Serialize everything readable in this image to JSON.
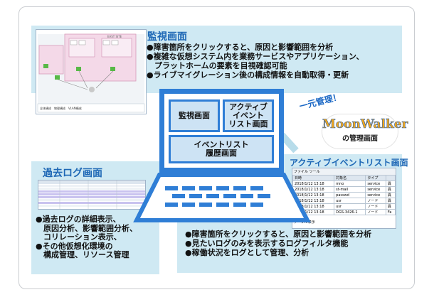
{
  "monitor": {
    "title": "監視画面",
    "bullets": [
      "障害箇所をクリックすると、原因と影響範囲を分析",
      "複雑な仮想システム内を業務サービスやアプリケーション、",
      "プラットホームの要素を目視確認可能",
      "ライブマイグレーション後の構成情報を自動取得・更新"
    ],
    "thumb_site": "EAST SITE",
    "thumb_tabs": [
      "全体構成",
      "物理構成",
      "VLAN構成"
    ]
  },
  "pastlog": {
    "title": "過去ログ画面",
    "bullets": [
      "過去ログの詳細表示、",
      "原因分析、影響範囲分析、",
      "コリレーション表示、",
      "その他仮想化環境の",
      "構成管理、リソース管理"
    ]
  },
  "active": {
    "title": "アクティブイベントリスト画面",
    "bullets": [
      "障害箇所をクリックすると、原因と影響範囲を分析",
      "見たいログのみを表示するログフィルタ機能",
      "稼働状況をログとして管理、分析"
    ],
    "thumb_menu": "ファイル ツール",
    "thumb_cols": [
      "日時",
      "対象名",
      "タイプ",
      ""
    ],
    "thumb_rows": [
      [
        "2018/1/12 13:18",
        "mno",
        "service",
        "異"
      ],
      [
        "2018/1/12 13:18",
        "st-mail",
        "service",
        "異"
      ],
      [
        "2018/1/12 13:18",
        "passwd",
        "service",
        "異"
      ],
      [
        "2018/1/12 13:18",
        "usr",
        "ノード",
        "異"
      ],
      [
        "2018/1/12 13:18",
        "usr",
        "ノード",
        "異"
      ],
      [
        "2018/1/12 13:18",
        "DGS-3426-1",
        "ノード",
        "Fa"
      ]
    ],
    "thumb_footer": "テーブル表示"
  },
  "laptop": {
    "box_monitor": "監視画面",
    "box_active": "アクティブ\nイベント\nリスト画面",
    "box_history": "イベントリスト\n履歴画面"
  },
  "brand": {
    "isolated": "一元管理！",
    "name": "MoonWalker",
    "subtitle": "の管理画面"
  }
}
